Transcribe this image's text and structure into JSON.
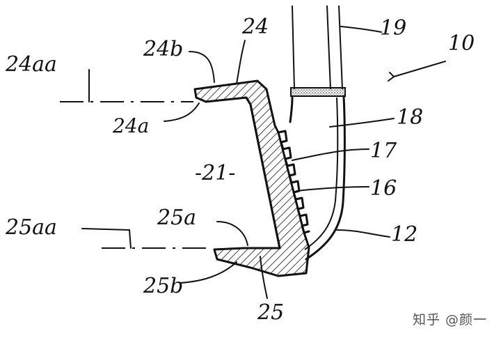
{
  "labels": {
    "ref_10": "10",
    "ref_19": "19",
    "ref_24": "24",
    "ref_24b": "24b",
    "ref_24aa": "24aa",
    "ref_24a": "24a",
    "ref_18": "18",
    "ref_17": "17",
    "ref_21": "-21-",
    "ref_16": "16",
    "ref_25a": "25a",
    "ref_25aa": "25aa",
    "ref_12": "12",
    "ref_25b": "25b",
    "ref_25": "25"
  },
  "watermark": "知乎 @颜一"
}
